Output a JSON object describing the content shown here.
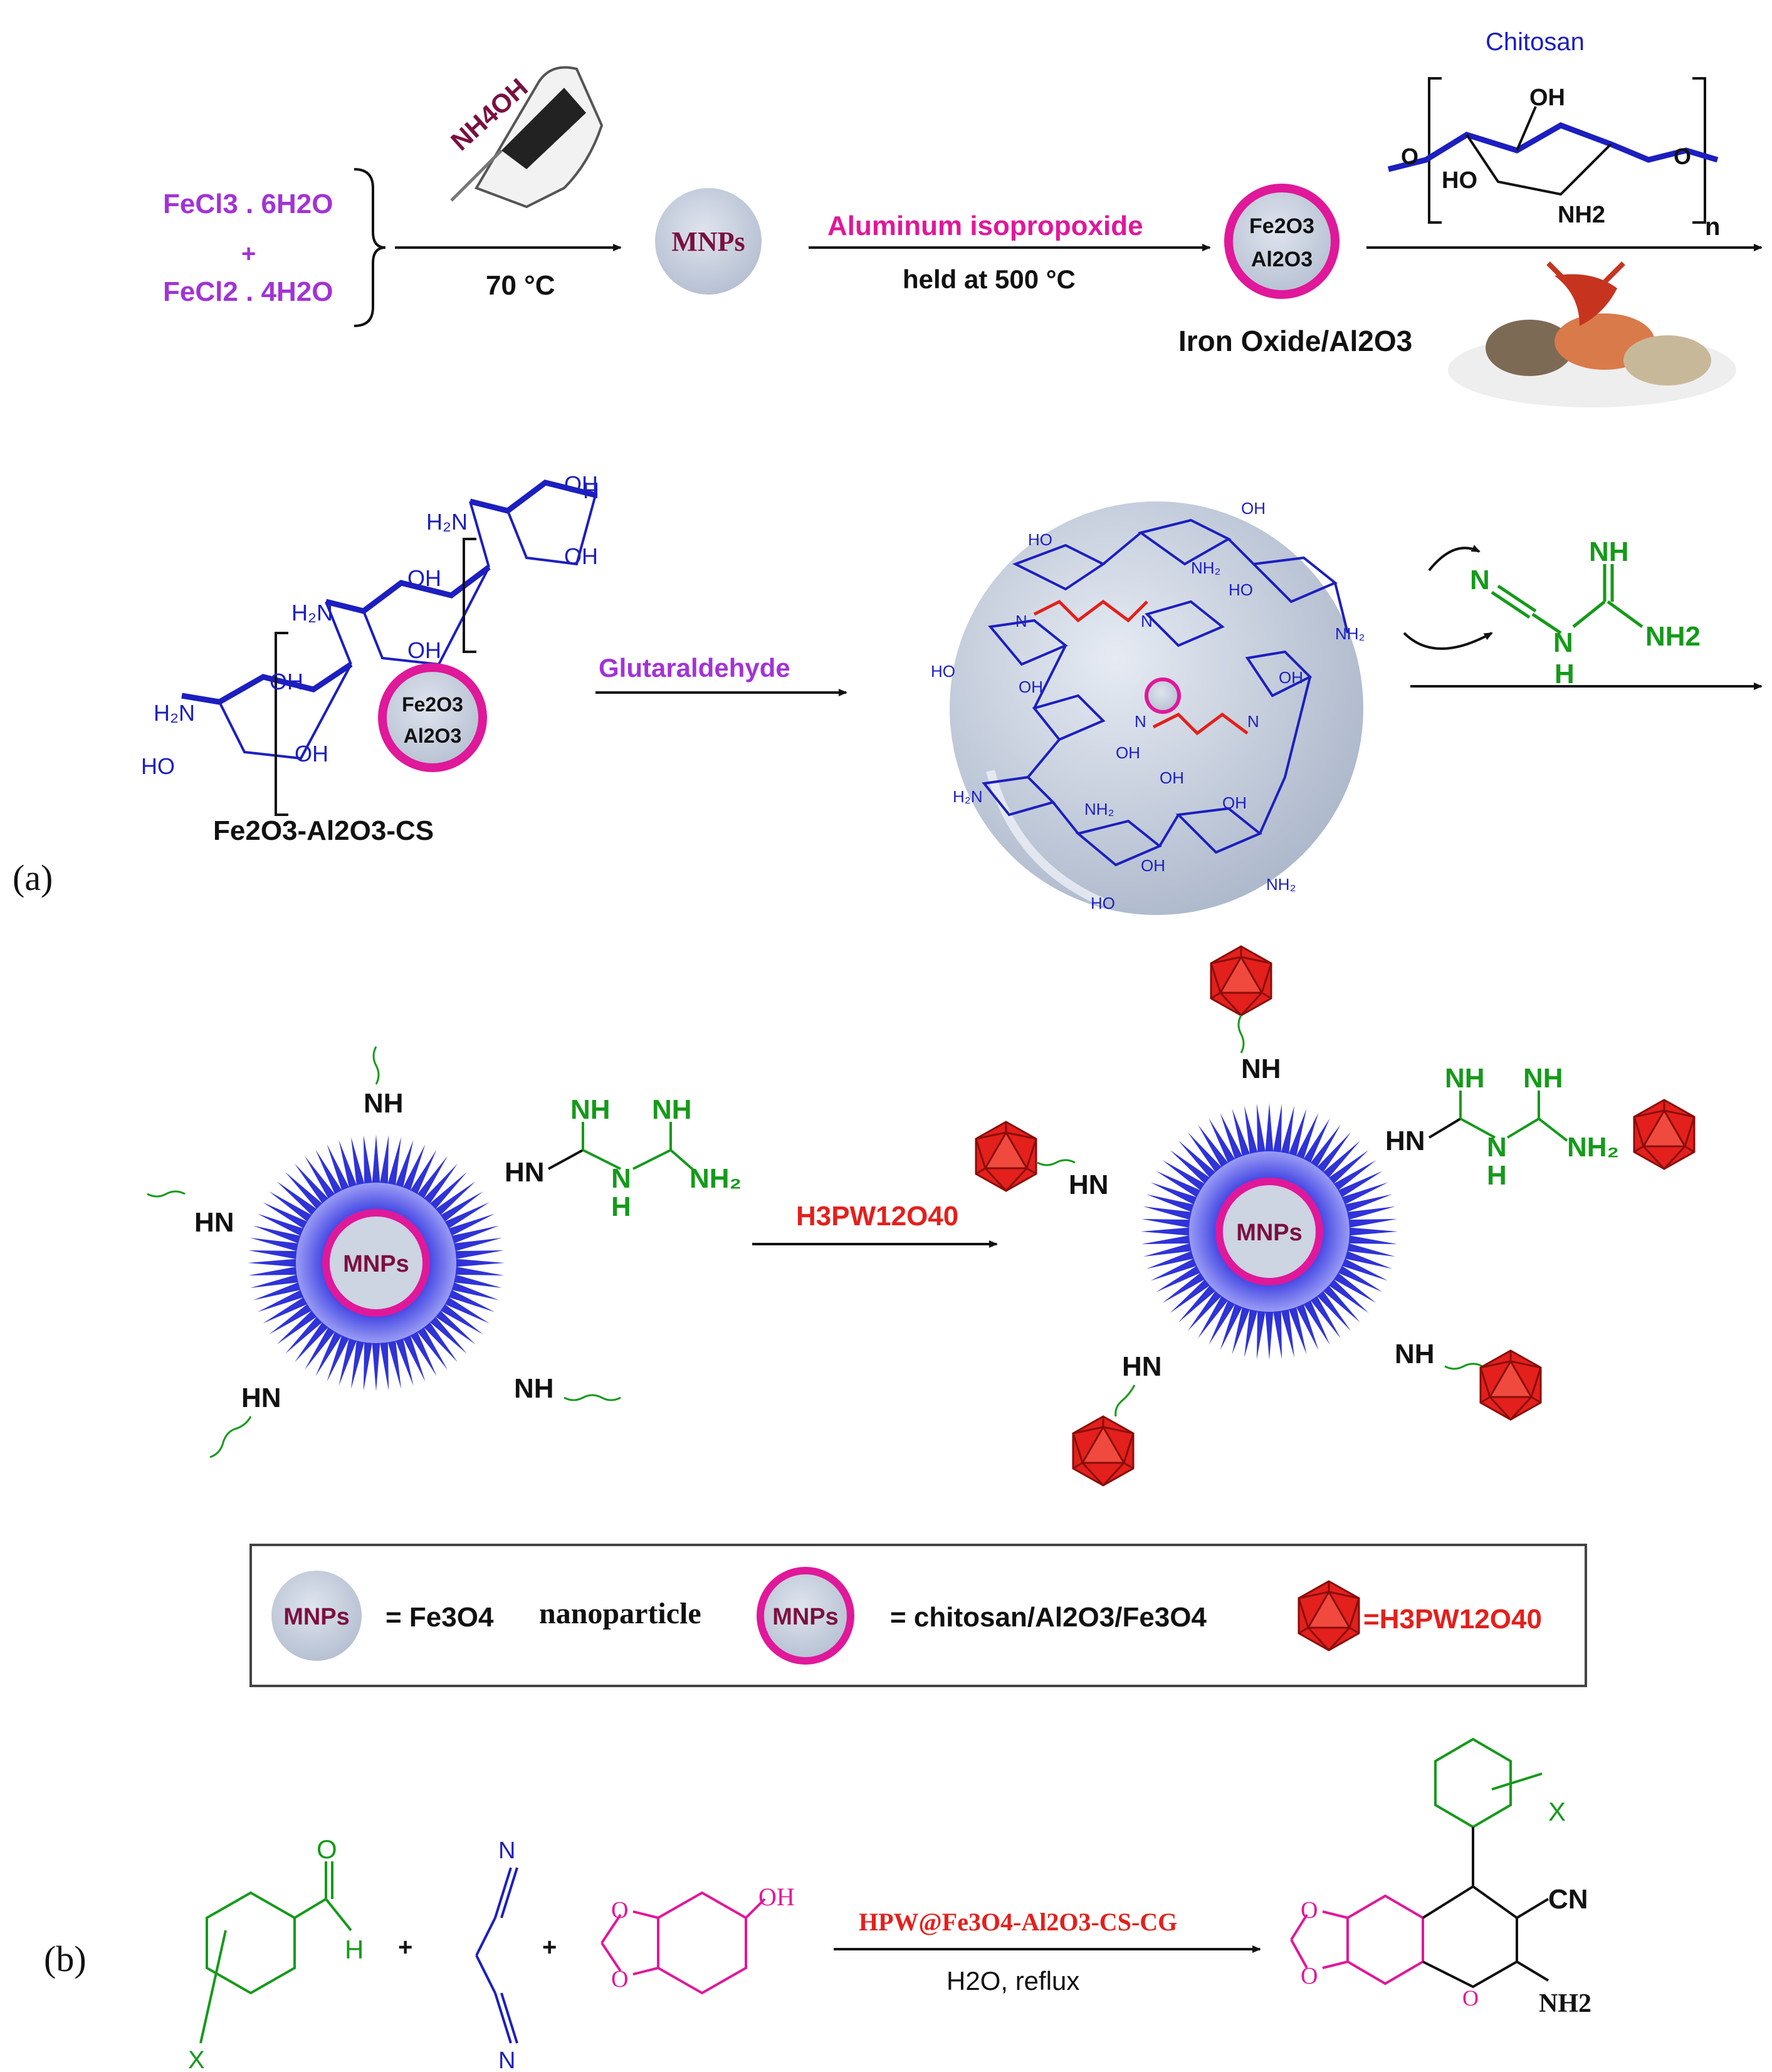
{
  "colors": {
    "purple": "#a233d6",
    "magenta": "#e0189a",
    "blue": "#1c1fbf",
    "green": "#159a1a",
    "red": "#e3201c",
    "maroon": "#7a1040",
    "black": "#111111",
    "sphere": "#c9d2e0",
    "legend_border": "#444444"
  },
  "part_a": {
    "label": "(a)",
    "reactant1": "FeCl3 . 6H2O",
    "plus": "+",
    "reactant2": "FeCl2 . 4H2O",
    "reagent_nh4oh": "NH4OH",
    "step1_condition": "70 °C",
    "mnps": "MNPs",
    "step2_reagent": "Aluminum isopropoxide",
    "step2_condition": "held at 500 °C",
    "fe2o3": "Fe2O3",
    "al2o3": "Al2O3",
    "iron_oxide_label": "Iron Oxide/Al2O3",
    "chitosan_label": "Chitosan",
    "chitosan_n": "n",
    "fe_al_cs_label": "Fe2O3-Al2O3-CS",
    "glutaraldehyde": "Glutaraldehyde",
    "step_hpw": "H3PW12O40"
  },
  "legend": {
    "mnps_def": "= Fe3O4",
    "nanoparticle": "nanoparticle",
    "coated_def": "= chitosan/Al2O3/Fe3O4",
    "hpw_def": "=H3PW12O40"
  },
  "part_b": {
    "label": "(b)",
    "catalyst": "HPW@Fe3O4-Al2O3-CS-CG",
    "conditions": "H2O, reflux",
    "x": "X",
    "h": "H",
    "o": "O",
    "oh": "OH",
    "n": "N",
    "cn": "CN",
    "nh2": "NH2",
    "plus": "+"
  }
}
